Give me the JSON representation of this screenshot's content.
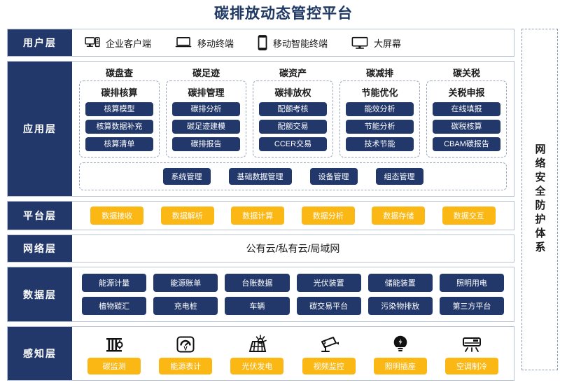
{
  "title": "碳排放动态管控平台",
  "security_band": {
    "label": "网络安全防护体系"
  },
  "layers": {
    "user": {
      "label": "用户层",
      "items": [
        {
          "icon": "desktop-tower-icon",
          "label": "企业客户端"
        },
        {
          "icon": "laptop-icon",
          "label": "移动终端"
        },
        {
          "icon": "smartphone-icon",
          "label": "移动智能终端"
        },
        {
          "icon": "monitor-icon",
          "label": "大屏幕"
        }
      ]
    },
    "application": {
      "label": "应用层",
      "groups": [
        {
          "title": "碳盘查",
          "subtitle": "碳排核算",
          "items": [
            "核算模型",
            "核算数据补充",
            "核算清单"
          ]
        },
        {
          "title": "碳足迹",
          "subtitle": "碳排管理",
          "items": [
            "碳排分析",
            "碳足迹建模",
            "碳排报告"
          ]
        },
        {
          "title": "碳资产",
          "subtitle": "碳排放权",
          "items": [
            "配额考核",
            "配额交易",
            "CCER交易"
          ]
        },
        {
          "title": "碳减排",
          "subtitle": "节能优化",
          "items": [
            "能效分析",
            "节能分析",
            "技术节能"
          ]
        },
        {
          "title": "碳关税",
          "subtitle": "关税申报",
          "items": [
            "在线填报",
            "碳税核算",
            "CBAM碳报告"
          ]
        }
      ],
      "management": [
        "系统管理",
        "基础数据管理",
        "设备管理",
        "组态管理"
      ]
    },
    "platform": {
      "label": "平台层",
      "items": [
        "数据接收",
        "数据解析",
        "数据计算",
        "数据分析",
        "数据存储",
        "数据交互"
      ]
    },
    "network": {
      "label": "网络层",
      "content": "公有云/私有云/局域网"
    },
    "data": {
      "label": "数据层",
      "row1": [
        "能源计量",
        "能源账单",
        "台账数据",
        "光伏装置",
        "储能装置",
        "照明用电"
      ],
      "row2": [
        "植物碳汇",
        "充电桩",
        "车辆",
        "碳交易平台",
        "污染物排放",
        "第三方平台"
      ]
    },
    "sense": {
      "label": "感知层",
      "items": [
        {
          "icon": "carbon-monitor-icon",
          "label": "碳监测"
        },
        {
          "icon": "energy-meter-icon",
          "label": "能源表计"
        },
        {
          "icon": "solar-panel-icon",
          "label": "光伏发电"
        },
        {
          "icon": "cctv-camera-icon",
          "label": "视频监控"
        },
        {
          "icon": "light-bulb-icon",
          "label": "照明插座"
        },
        {
          "icon": "air-conditioner-icon",
          "label": "空调制冷"
        }
      ]
    }
  },
  "colors": {
    "brand_blue": "#22386b",
    "title_blue": "#1f3864",
    "accent_yellow": "#fbb713",
    "border": "#b9c3d6",
    "dashed": "#9aa5bb"
  }
}
